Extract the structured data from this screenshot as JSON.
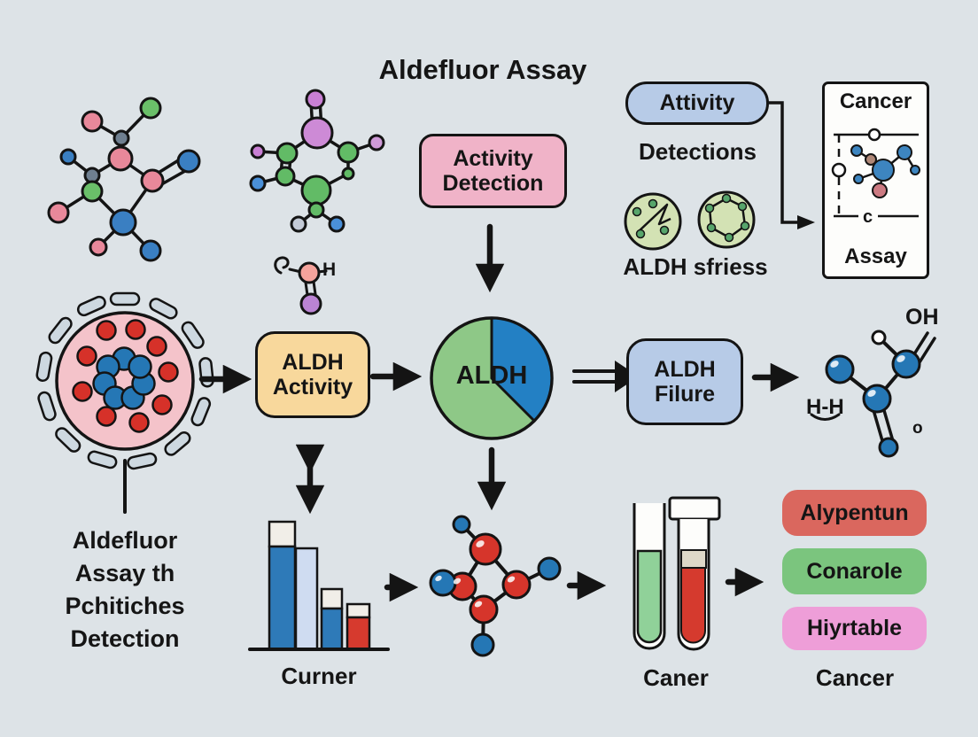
{
  "title": "Aldefluor Assay",
  "top_section": {
    "activity_detection_line1": "Activity",
    "activity_detection_line2": "Detection",
    "attivity_label": "Attivity",
    "detections_label": "Detections",
    "aldh_stress_label": "ALDH sfriess",
    "card_top_label": "Cancer",
    "card_bottom_label": "Assay",
    "card_c_label": "c"
  },
  "flow": {
    "aldh_activity_line1": "ALDH",
    "aldh_activity_line2": "Activity",
    "pie_center_label": "ALDH",
    "aldh_filure_line1": "ALDH",
    "aldh_filure_line2": "Filure"
  },
  "molecule_labels": {
    "oh": "OH",
    "h": "H",
    "hh": "H-H",
    "o": "o"
  },
  "left_caption_lines": [
    "Aldefluor",
    "Assay th",
    "Pchitiches",
    "Detection"
  ],
  "bottom_section": {
    "bar_chart_caption": "Curner",
    "tubes_caption": "Caner",
    "pills": [
      {
        "label": "Alypentun",
        "color": "#da675e"
      },
      {
        "label": "Conarole",
        "color": "#7bc57e"
      },
      {
        "label": "Hiyrtable",
        "color": "#ee9ed8"
      }
    ],
    "cancer_caption": "Cancer"
  },
  "colors": {
    "background": "#dde3e7",
    "box_blue": "#b7cbe7",
    "box_pink": "#f0b3c8",
    "box_yellow": "#f8d89c",
    "pie_green": "#8ec887",
    "pie_blue": "#2380c4"
  },
  "chart_data": {
    "type": "bar",
    "caption": "Curner",
    "bars": [
      {
        "color": "blue",
        "height_rel": 1.0,
        "white_cap": true
      },
      {
        "color": "light_blue",
        "height_rel": 0.79,
        "white_cap": false
      },
      {
        "color": "blue",
        "height_rel": 0.47,
        "white_cap": true
      },
      {
        "color": "red",
        "height_rel": 0.35,
        "white_cap": true
      }
    ],
    "pie": {
      "label": "ALDH",
      "slices": [
        {
          "color": "green",
          "value": 62.5
        },
        {
          "color": "blue",
          "value": 37.5
        }
      ]
    }
  }
}
